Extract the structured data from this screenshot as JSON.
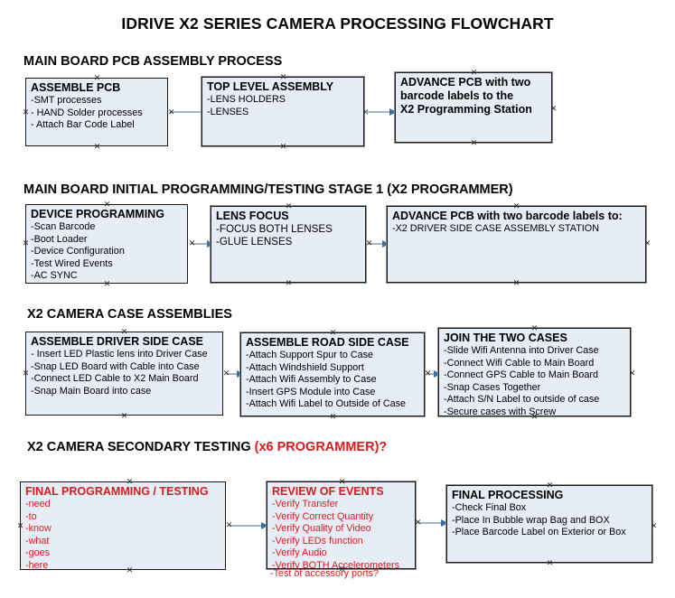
{
  "document": {
    "title": "IDRIVE X2  SERIES CAMERA PROCESSING FLOWCHART"
  },
  "colors": {
    "node_fill": "#e7edf7",
    "node_border": "#1a1a1a",
    "connector": "#9fb6cd",
    "arrowhead": "#3a6ea5",
    "red_text": "#d91c1c",
    "black_text": "#000000"
  },
  "sections": [
    {
      "id": "main-board-pcb-assembly-process",
      "heading": "MAIN BOARD PCB ASSEMBLY PROCESS",
      "heading_suffix": "",
      "nodes": [
        {
          "id": "assemble-pcb",
          "title": "ASSEMBLE PCB",
          "lines": [
            "-SMT processes",
            "- HAND Solder processes",
            "- Attach Bar Code Label"
          ]
        },
        {
          "id": "top-level-assembly",
          "title": "TOP LEVEL ASSEMBLY",
          "lines": [
            "-LENS HOLDERS",
            "-LENSES"
          ]
        },
        {
          "id": "advance-pcb-to-x2-programming-station",
          "title": "ADVANCE PCB with two",
          "lines": [
            "barcode labels to the",
            " X2 Programming Station"
          ]
        }
      ]
    },
    {
      "id": "main-board-initial-programming",
      "heading": "MAIN BOARD INITIAL PROGRAMMING/TESTING STAGE 1 (X2 PROGRAMMER)",
      "heading_suffix": "",
      "nodes": [
        {
          "id": "device-programming",
          "title": "DEVICE PROGRAMMING",
          "lines": [
            "-Scan Barcode",
            "-Boot Loader",
            "-Device Configuration",
            "-Test Wired Events",
            "-AC SYNC"
          ]
        },
        {
          "id": "lens-focus",
          "title": "LENS FOCUS",
          "lines": [
            "-FOCUS BOTH LENSES",
            "-GLUE LENSES"
          ]
        },
        {
          "id": "advance-pcb-to-driver-side-case-station",
          "title": "ADVANCE PCB with two barcode labels to:",
          "lines": [
            "-X2 DRIVER  SIDE  CASE  ASSEMBLY STATION"
          ]
        }
      ]
    },
    {
      "id": "x2-camera-case-assemblies",
      "heading": "X2 CAMERA CASE ASSEMBLIES",
      "heading_suffix": "",
      "nodes": [
        {
          "id": "assemble-driver-side-case",
          "title": "ASSEMBLE DRIVER SIDE CASE",
          "lines": [
            "- Insert LED Plastic lens into Driver Case",
            "-Snap LED Board with Cable into Case",
            "-Connect LED Cable to X2 Main Board",
            "-Snap Main Board into case"
          ]
        },
        {
          "id": "assemble-road-side-case",
          "title": "ASSEMBLE ROAD SIDE CASE",
          "lines": [
            "-Attach Support Spur to Case",
            "-Attach Windshield Support",
            "-Attach Wifi Assembly to Case",
            "-Insert GPS Module into Case",
            "-Attach Wifi Label to Outside of Case"
          ]
        },
        {
          "id": "join-the-two-cases",
          "title": "JOIN THE TWO CASES",
          "lines": [
            "-Slide Wifi Antenna into Driver Case",
            "-Connect Wifi Cable to Main Board",
            "-Connect GPS Cable to Main Board",
            "-Snap Cases Together",
            "-Attach S/N Label to outside of case",
            "-Secure cases with Screw"
          ]
        }
      ]
    },
    {
      "id": "x2-camera-secondary-testing",
      "heading": "X2 CAMERA SECONDARY TESTING ",
      "heading_suffix": "(x6 PROGRAMMER)?",
      "nodes": [
        {
          "id": "final-programming-testing",
          "title": "FINAL PROGRAMMING / TESTING",
          "lines": [
            "-need",
            "-to",
            "-know",
            "-what",
            "-goes",
            "-here"
          ]
        },
        {
          "id": "review-of-events",
          "title": "REVIEW OF EVENTS",
          "lines": [
            "-Verify Transfer",
            "-Verify Correct Quantity",
            "-Verify Quality of Video",
            "-Verify LEDs function",
            "-Verify Audio",
            "-Verify BOTH Accelerometers"
          ],
          "overflow_line": "-Test of accessory ports?"
        },
        {
          "id": "final-processing",
          "title": "FINAL PROCESSING",
          "lines": [
            " -Check Final Box",
            "-Place In Bubble wrap Bag and BOX",
            "-Place Barcode Label on Exterior or Box"
          ]
        }
      ]
    }
  ]
}
